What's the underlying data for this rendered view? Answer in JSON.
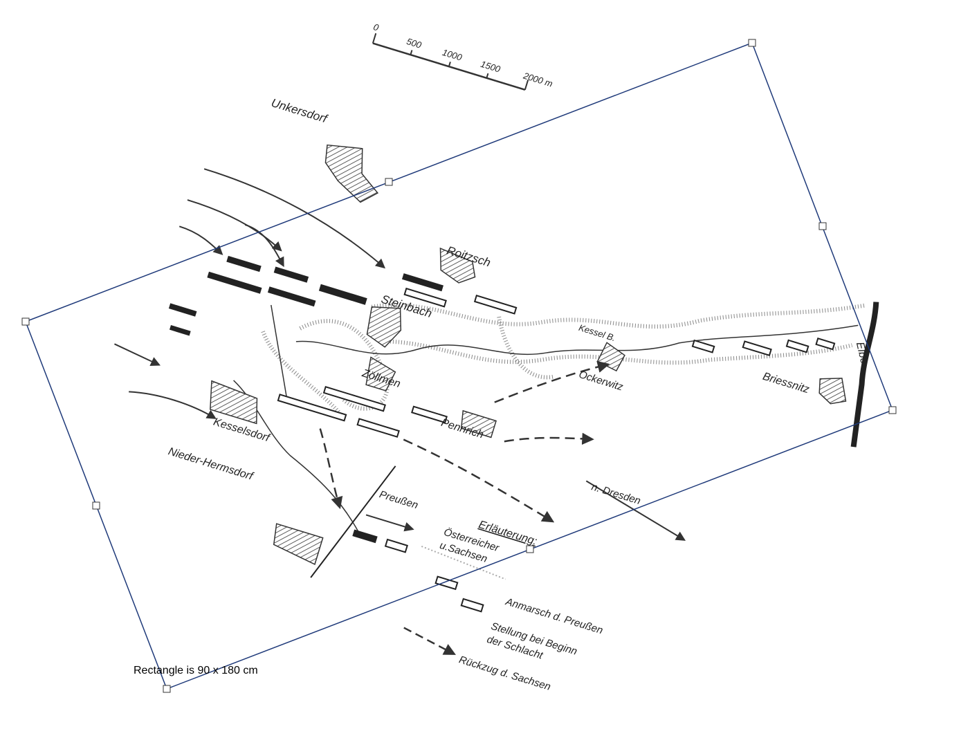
{
  "scale_bar": {
    "ticks": [
      "0",
      "500",
      "1000",
      "1500",
      "2000 m"
    ]
  },
  "places": {
    "unkersdorf": "Unkersdorf",
    "roitzsch": "Roitzsch",
    "steinbach": "Steinbach",
    "kessel_b": "Kessel B.",
    "ockerwitz": "Ockerwitz",
    "zoellmen": "Zöllmen",
    "pennrich": "Pennrich",
    "kesselsdorf": "Kesselsdorf",
    "nieder_hermsdorf": "Nieder-Hermsdorf",
    "briessnitz": "Briessnitz",
    "elbe": "Elbe",
    "n_dresden": "n. Dresden"
  },
  "legend": {
    "title": "Erläuterung:",
    "prussians": "Preußen",
    "austrians_saxons_1": "Österreicher",
    "austrians_saxons_2": "u.Sachsen",
    "approach": "Anmarsch d. Preußen",
    "position_1": "Stellung bei Beginn",
    "position_2": "der Schlacht",
    "retreat": "Rückzug d. Sachsen"
  },
  "selection": {
    "caption": "Rectangle is 90 x 180 cm",
    "color": "#1f3a7a"
  }
}
